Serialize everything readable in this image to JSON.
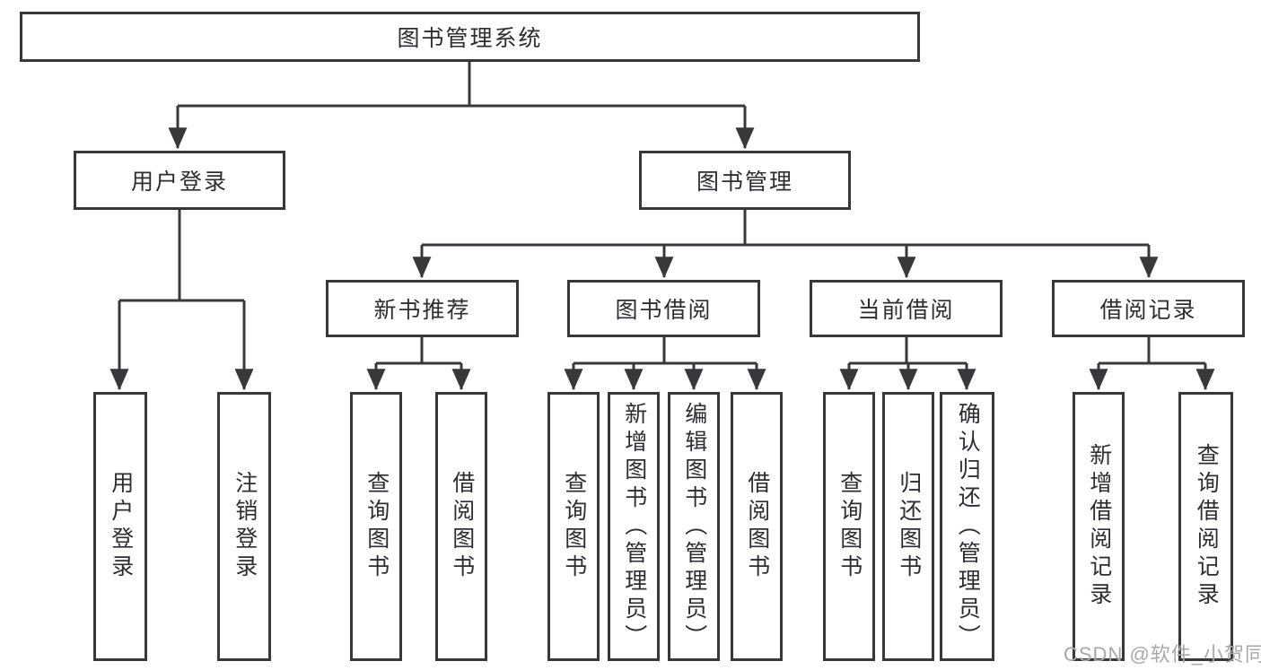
{
  "tree": {
    "label": "图书管理系统",
    "children": [
      {
        "label": "用户登录",
        "children": [
          {
            "label": "用户登录"
          },
          {
            "label": "注销登录"
          }
        ]
      },
      {
        "label": "图书管理",
        "children": [
          {
            "label": "新书推荐",
            "children": [
              {
                "label": "查询图书"
              },
              {
                "label": "借阅图书"
              }
            ]
          },
          {
            "label": "图书借阅",
            "children": [
              {
                "label": "查询图书"
              },
              {
                "label": "新增图书（管理员）"
              },
              {
                "label": "编辑图书（管理员）"
              },
              {
                "label": "借阅图书"
              }
            ]
          },
          {
            "label": "当前借阅",
            "children": [
              {
                "label": "查询图书"
              },
              {
                "label": "归还图书"
              },
              {
                "label": "确认归还（管理员）"
              }
            ]
          },
          {
            "label": "借阅记录",
            "children": [
              {
                "label": "新增借阅记录"
              },
              {
                "label": "查询借阅记录"
              }
            ]
          }
        ]
      }
    ]
  },
  "watermark": "CSDN @软件_小贺同学",
  "colors": {
    "line": "#38383c",
    "text": "#2d2d33",
    "box_background": "#ffffff",
    "watermark": "#a8a8a8",
    "background": "#ffffff"
  }
}
